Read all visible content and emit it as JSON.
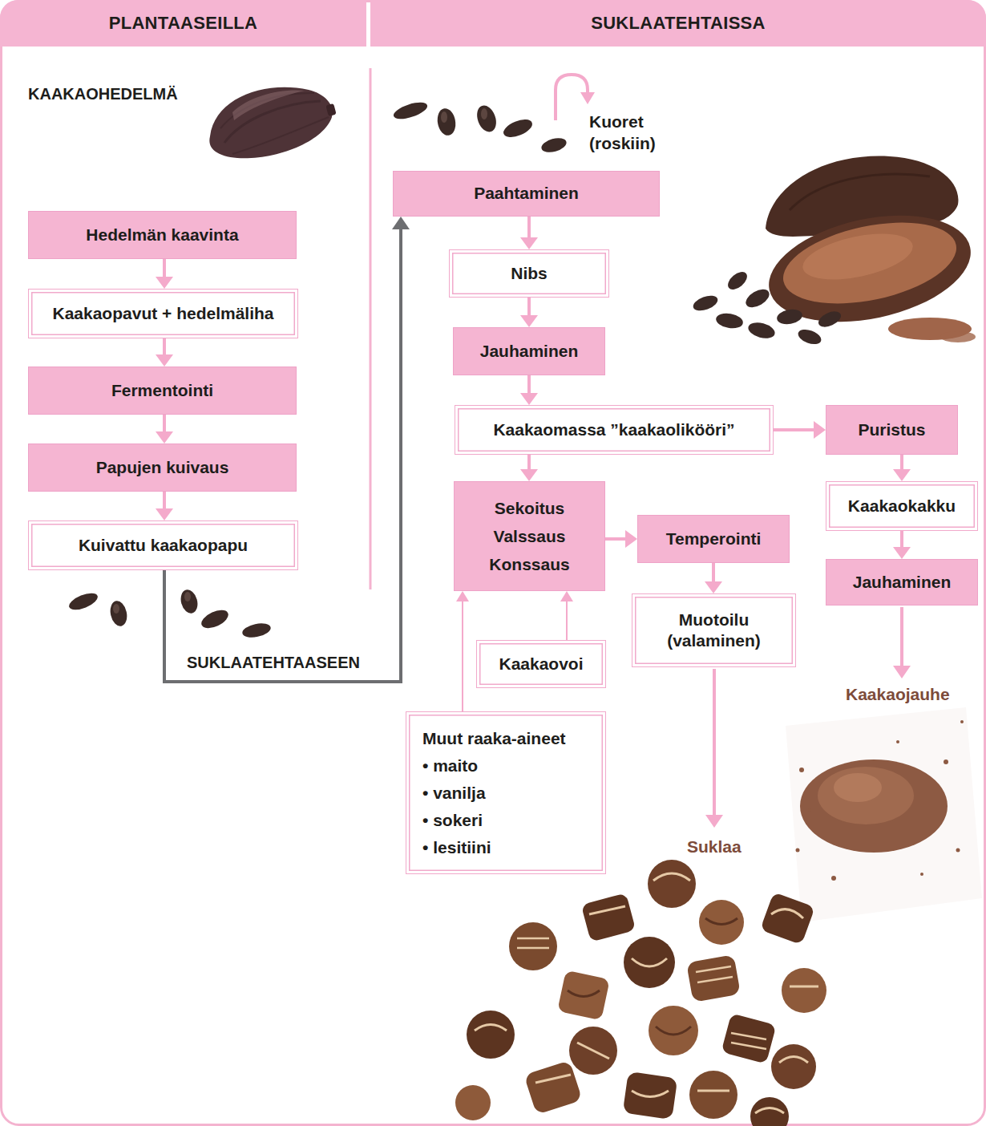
{
  "diagram": {
    "nodes": [
      {
        "text": [
          "PLANTAASEILLA"
        ]
      },
      {
        "text": [
          "SUKLAATEHTAISSA"
        ]
      },
      {
        "text": [
          "Hedelmän kaavinta"
        ]
      },
      {
        "text": [
          "Kaakaopavut + hedelmäliha"
        ]
      },
      {
        "text": [
          "Fermentointi"
        ]
      },
      {
        "text": [
          "Papujen kuivaus"
        ]
      },
      {
        "text": [
          "Kuivattu kaakaopapu"
        ]
      },
      {
        "text": [
          "Paahtaminen"
        ]
      },
      {
        "text": [
          "Nibs"
        ]
      },
      {
        "text": [
          "Jauhaminen"
        ]
      },
      {
        "text": [
          "Kaakaomassa ”kaakaolikööri”"
        ]
      },
      {
        "text": [
          "Puristus"
        ]
      },
      {
        "text": [
          "Sekoitus",
          "Valssaus",
          "Konssaus"
        ]
      },
      {
        "text": [
          "Temperointi"
        ]
      },
      {
        "text": [
          "Kaakaokakku"
        ]
      },
      {
        "text": [
          "Jauhaminen"
        ]
      },
      {
        "text": [
          "Muotoilu (valaminen)"
        ]
      },
      {
        "text": [
          "Kaakaovoi"
        ]
      },
      {
        "text": [
          "Muut raaka-aineet",
          "• maito",
          "• vanilja",
          "• sokeri",
          "• lesitiini"
        ]
      }
    ],
    "edges": [
      {
        "from": 2,
        "to": 3,
        "arrow": "to"
      },
      {
        "from": 3,
        "to": 4,
        "arrow": "to"
      },
      {
        "from": 4,
        "to": 5,
        "arrow": "to"
      },
      {
        "from": 5,
        "to": 6,
        "arrow": "to"
      },
      {
        "from": 6,
        "to": 7,
        "label": "SUKLAATEHTAASEEN",
        "arrow": "to"
      },
      {
        "from": 7,
        "to": 8,
        "arrow": "to"
      },
      {
        "from": 8,
        "to": 9,
        "arrow": "to"
      },
      {
        "from": 9,
        "to": 10,
        "arrow": "to"
      },
      {
        "from": 10,
        "to": 11,
        "arrow": "to"
      },
      {
        "from": 10,
        "to": 12,
        "arrow": "to"
      },
      {
        "from": 12,
        "to": 13,
        "arrow": "to"
      },
      {
        "from": 13,
        "to": 16,
        "arrow": "to"
      },
      {
        "from": 11,
        "to": 14,
        "arrow": "to"
      },
      {
        "from": 14,
        "to": 15,
        "arrow": "to"
      },
      {
        "from": 17,
        "to": 12,
        "arrow": "to"
      },
      {
        "from": 18,
        "to": 12,
        "arrow": "to"
      }
    ],
    "labels": [
      "KAAKAOHEDELMÄ",
      "Kuoret (roskiin)",
      "Kaakaojauhe",
      "Suklaa"
    ]
  }
}
